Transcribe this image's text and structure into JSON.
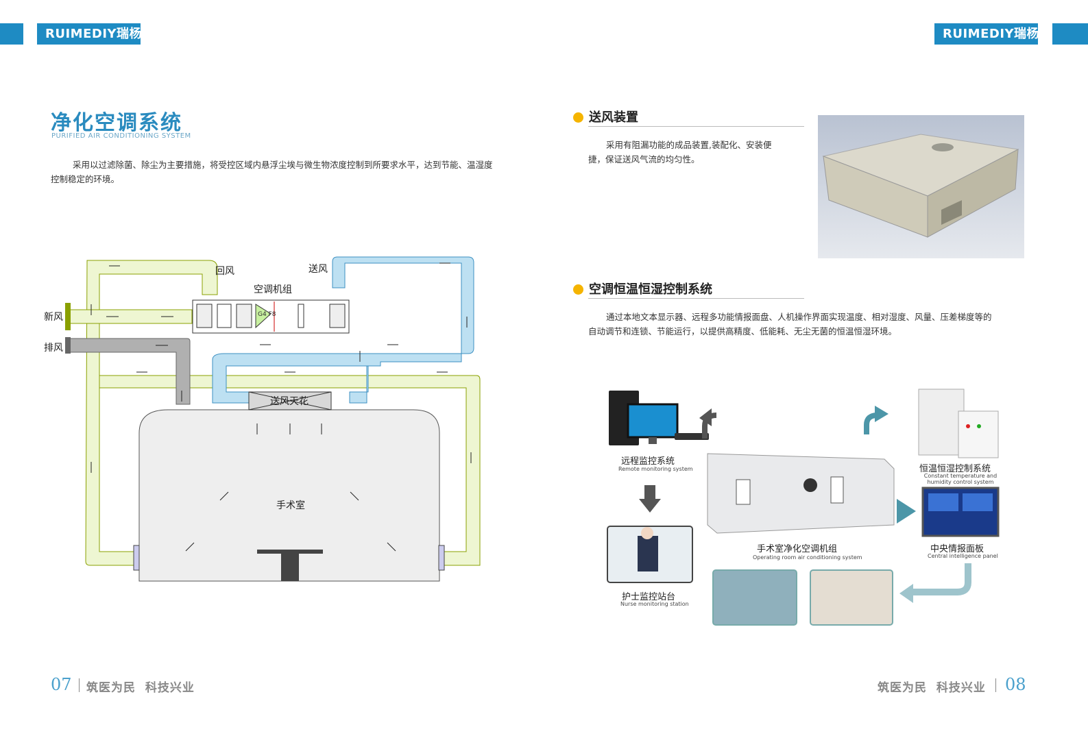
{
  "header": {
    "brand_left": "RUIMEDIY瑞杨",
    "brand_right": "RUIMEDIY瑞杨"
  },
  "left_page": {
    "title_cn": "净化空调系统",
    "title_en": "PURIFIED AIR CONDITIONING SYSTEM",
    "intro": "采用以过滤除菌、除尘为主要措施，将受控区域内悬浮尘埃与微生物浓度控制到所要求水平，达到节能、温湿度控制稳定的环境。",
    "diagram": {
      "fresh_air": "新风",
      "exhaust": "排风",
      "return_air": "回风",
      "supply_air": "送风",
      "ahu": "空调机组",
      "filter": "G4 F8",
      "ceiling": "送风天花",
      "room": "手术室"
    },
    "footer_num": "07",
    "footer_text": "筑医为民  科技兴业"
  },
  "right_page": {
    "section1": {
      "title": "送风装置",
      "text": "采用有阻漏功能的成品装置,装配化、安装便捷，保证送风气流的均匀性。"
    },
    "section2": {
      "title": "空调恒温恒湿控制系统",
      "text": "通过本地文本显示器、远程多功能情报面盘、人机操作界面实现温度、相对湿度、风量、压差梯度等的自动调节和连锁、节能运行，以提供高精度、低能耗、无尘无菌的恒温恒湿环境。"
    },
    "system": {
      "remote_cn": "远程监控系统",
      "remote_en": "Remote monitoring system",
      "nurse_cn": "护士监控站台",
      "nurse_en": "Nurse monitoring station",
      "ahu_cn": "手术室净化空调机组",
      "ahu_en": "Operating room air conditioning system",
      "control_cn": "恒温恒湿控制系统",
      "control_en": "Constant temperature and humidity control system",
      "panel_cn": "中央情报面板",
      "panel_en": "Central intelligence panel"
    },
    "footer_num": "08",
    "footer_text": "筑医为民  科技兴业"
  },
  "colors": {
    "brand_blue": "#1e8bc3",
    "accent_dot": "#f5b400",
    "fresh_duct": "#eef6d2",
    "supply_duct": "#bde0f2",
    "exhaust_duct": "#aaaaaa"
  }
}
